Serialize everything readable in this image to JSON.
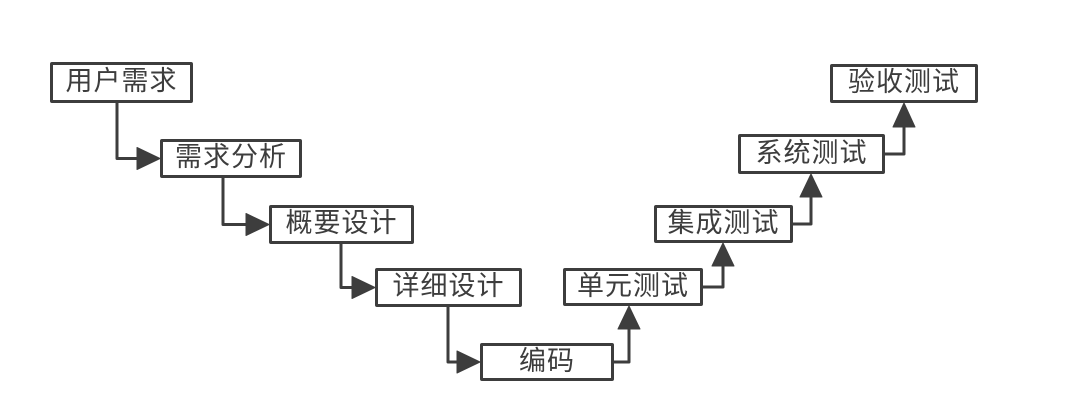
{
  "canvas": {
    "background": "#ffffff"
  },
  "theme": {
    "stroke_color": "#3d3d3d",
    "box_fill": "#ffffff",
    "text_color": "#3d3d3d"
  },
  "flowchart": {
    "kind": "v-model-process",
    "nodes": [
      {
        "id": "user-requirements",
        "label": "用户需求"
      },
      {
        "id": "requirement-analysis",
        "label": "需求分析"
      },
      {
        "id": "preliminary-design",
        "label": "概要设计"
      },
      {
        "id": "detailed-design",
        "label": "详细设计"
      },
      {
        "id": "coding",
        "label": "编码"
      },
      {
        "id": "unit-test",
        "label": "单元测试"
      },
      {
        "id": "integration-test",
        "label": "集成测试"
      },
      {
        "id": "system-test",
        "label": "系统测试"
      },
      {
        "id": "acceptance-test",
        "label": "验收测试"
      }
    ],
    "edges": [
      {
        "from": "user-requirements",
        "to": "requirement-analysis",
        "shape": "down-then-right"
      },
      {
        "from": "requirement-analysis",
        "to": "preliminary-design",
        "shape": "down-then-right"
      },
      {
        "from": "preliminary-design",
        "to": "detailed-design",
        "shape": "down-then-right"
      },
      {
        "from": "detailed-design",
        "to": "coding",
        "shape": "down-then-right"
      },
      {
        "from": "coding",
        "to": "unit-test",
        "shape": "right-then-up"
      },
      {
        "from": "unit-test",
        "to": "integration-test",
        "shape": "right-then-up"
      },
      {
        "from": "integration-test",
        "to": "system-test",
        "shape": "right-then-up"
      },
      {
        "from": "system-test",
        "to": "acceptance-test",
        "shape": "right-then-up"
      }
    ]
  }
}
